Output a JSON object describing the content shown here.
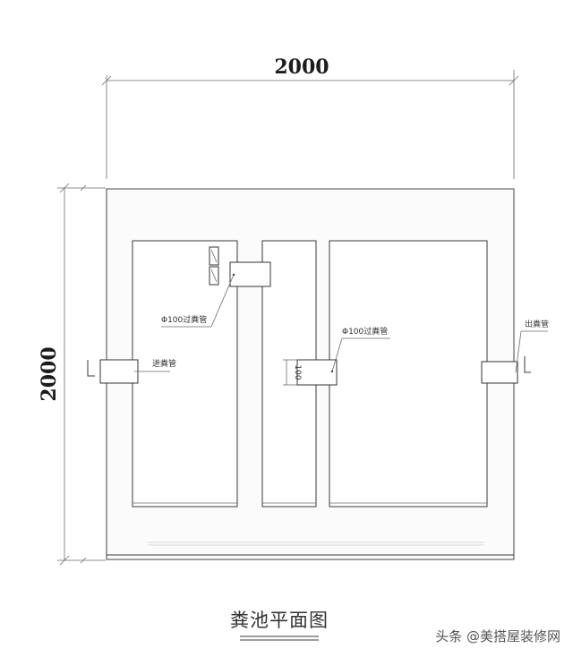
{
  "dimensions": {
    "top_width": "2000",
    "left_height": "2000"
  },
  "labels": {
    "pipe_top": "Φ100过粪管",
    "pipe_middle": "Φ100过粪管",
    "inlet": "进粪管",
    "outlet": "出粪管",
    "middle_small": "100"
  },
  "caption": "粪池平面图",
  "watermark": "头条 @美搭屋装修网"
}
